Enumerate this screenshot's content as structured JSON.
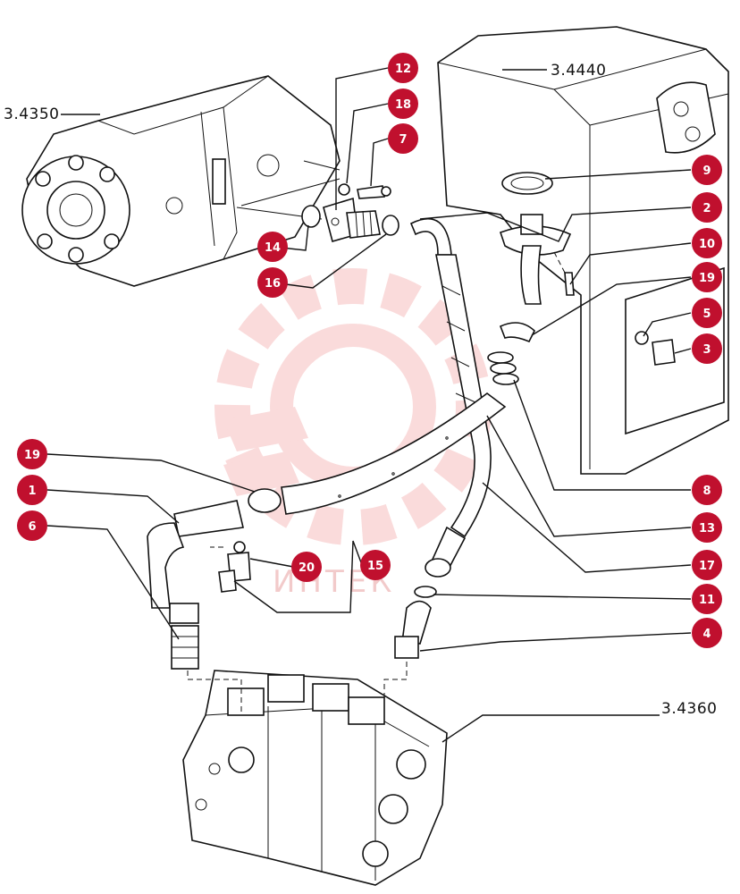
{
  "assembly_refs": [
    {
      "id": "pump",
      "label": "3.4350"
    },
    {
      "id": "tank",
      "label": "3.4440"
    },
    {
      "id": "valve",
      "label": "3.4360"
    }
  ],
  "callouts": [
    "12",
    "18",
    "7",
    "14",
    "16",
    "9",
    "2",
    "10",
    "19",
    "5",
    "3",
    "8",
    "13",
    "17",
    "11",
    "4",
    "19",
    "1",
    "6",
    "20",
    "15"
  ],
  "watermark": "ИНТЕК",
  "colors": {
    "callout": "#c0102e",
    "watermark": "#f2b8b8",
    "line": "#111111"
  }
}
